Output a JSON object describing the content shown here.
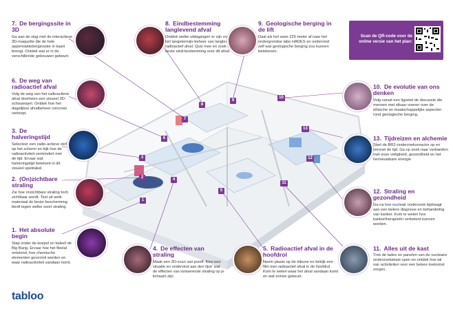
{
  "sections": [
    {
      "num": "7.",
      "title": "De bergingssite in 3D",
      "desc": "Ga aan de slag met de interactieve 3D-maquette die de hele oppervlakteberginssite in kaart brengt. Ontdek wat er in de verschillende gebouwen gebeurt."
    },
    {
      "num": "6.",
      "title": "De weg van radioactief afval",
      "desc": "Volg de weg van het radioactieve afval doorheen een visueel 3D-schouwspel. Ontdek hoe het dagelijkse afvalbeheer concreet verloopt."
    },
    {
      "num": "3.",
      "title": "De halveringstijd",
      "desc": "Selecteer een radio-actieve stof op het scherm en kijk hoe de radioactiviteit vermindert met de tijd. Ervaar wat halveringstijd betekent in dit visueel spektakel."
    },
    {
      "num": "2.",
      "title": "(On)zichtbare straling",
      "desc": "Zie hoe onzichtbare straling toch zichtbaar wordt. Test uit welk materiaal de beste bescherming biedt tegen welke soort straling."
    },
    {
      "num": "1.",
      "title": "Het absolute begin",
      "desc": "Stap onder de koepel en beleef de Big Bang. Ervaar hoe het fleelal ontstond, hoe chemische elementen gevormd werden en waar radioactiviteit vandaan komt."
    },
    {
      "num": "8.",
      "title": "Eindbestemming langlevend afval",
      "desc": "Ontdek welke uitdagingen er zijn voor het langetermijn-beheer van langlevend radioactief afval. Quiz mee en zoek de beste eind-bestemming voor dit afval."
    },
    {
      "num": "9.",
      "title": "Geologische berging in de lift",
      "desc": "Daal als het ware 225 meter af naar het ondergrondse labo HADES en ondervind zelf wat geologische berging zou kunnen betekenen."
    },
    {
      "num": "10.",
      "title": "De evolutie van ons denken",
      "desc": "Volg vanuit een ligzetel de discussie die mensen met elkaar voeren over de ethische en maatschappelijke aspecten rond geologische berging."
    },
    {
      "num": "13.",
      "title": "Tijdreizen en alchemie",
      "desc": "Start de BR2-onderzoeksreactor op en versnel de tijd. Ga op zoek naar verbanden met onze veiligheid, gezondheid en het hernieuwbare energie"
    },
    {
      "num": "12.",
      "title": "Straling en gezondheid",
      "desc": "Ga na hoe nucleair onderzoek bijdraagt aan een betere diagnose en behandeling van kanker. Kom te weten hoe kankertherapieën verbeterd kunnen worden."
    },
    {
      "num": "11.",
      "title": "Alles uit de kast",
      "desc": "Trek de lades en panelen van de nucleaire onderzoekskast open en ontdek hoe tal van activiteiten voor een betere toekomst zorgen."
    },
    {
      "num": "4.",
      "title": "De effecten van straling",
      "desc": "Maak een 3D-scan van jezelf. Kies een situatie en ondervind aan den lijve' wat de effecten van ioniserende straling op je lichaam zijn."
    },
    {
      "num": "5.",
      "title": "Radioactief afval in de hoofdrol",
      "desc": "Neem plaats op de tribune en bekijk een film met radioactief afval in de hoofdrol. Kom te weten waar het afval vandaan komt en wat ermee gebeurt."
    }
  ],
  "markers": [
    "1",
    "2",
    "3",
    "4",
    "5",
    "6",
    "7",
    "8",
    "9",
    "10",
    "11",
    "12",
    "13"
  ],
  "qr": {
    "text": "Scan de QR-code voor de online versie van het plan:"
  },
  "logo": {
    "text": "tabloo"
  },
  "colors": {
    "accent": "#7b3a93",
    "title": "#6b2c86",
    "logo": "#1e4a8a"
  }
}
